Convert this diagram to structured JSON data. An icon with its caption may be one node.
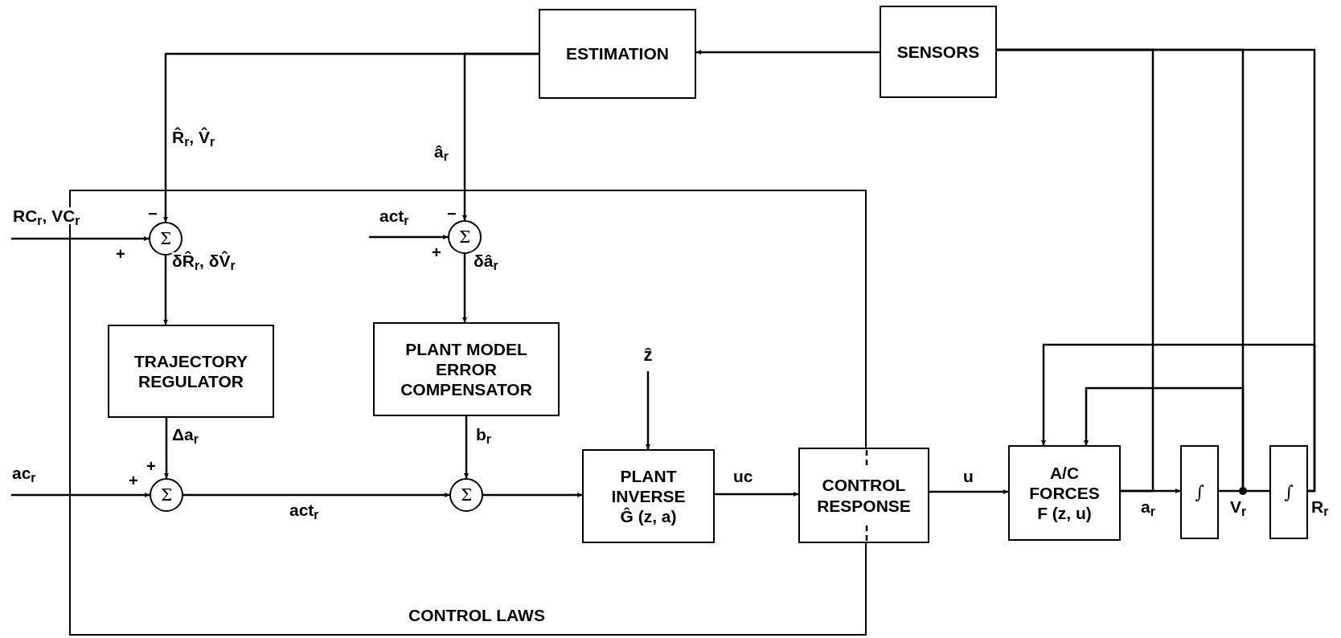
{
  "diagram": {
    "nodes": [
      {
        "text": [
          "ESTIMATION"
        ]
      },
      {
        "text": [
          "SENSORS"
        ]
      },
      {
        "text": [
          "CONTROL LAWS"
        ]
      },
      {
        "text": [
          "Σ"
        ],
        "in": 2
      },
      {
        "text": [
          "Σ"
        ],
        "in": 2
      },
      {
        "text": [
          "TRAJECTORY REGULATOR"
        ],
        "in": 2
      },
      {
        "text": [
          "PLANT MODEL ERROR COMPENSATOR"
        ],
        "in": 2
      },
      {
        "text": [
          "Σ"
        ],
        "in": 2
      },
      {
        "text": [
          "Σ"
        ],
        "in": 2
      },
      {
        "text": [
          "PLANT INVERSE",
          "Ĝ (z, a)"
        ],
        "in": 2
      },
      {
        "text": [
          "CONTROL RESPONSE"
        ]
      },
      {
        "text": [
          "A/C FORCES F (z, u)"
        ]
      },
      {
        "text": [
          "∫"
        ]
      },
      {
        "text": [
          "∫"
        ]
      },
      {
        "text": [
          "ẑ"
        ],
        "in": 2
      },
      {
        "text": [],
        "shape": "circle"
      }
    ],
    "edges": [
      {
        "from": 1,
        "to": 0,
        "arrow": "to"
      },
      {
        "from": 0,
        "to": 3,
        "arrow": "to",
        "label": "R̂$_{r}$, V̂$_{r}$"
      },
      {
        "from": 0,
        "to": 4,
        "arrow": "to",
        "label": "â$_{r}$"
      },
      {
        "from": null,
        "to": 3,
        "arrow": "to",
        "label": "RC$_{r}$, VC$_{r}$"
      },
      {
        "from": null,
        "to": 4,
        "arrow": "to",
        "label": "act$_{r}$"
      },
      {
        "from": 3,
        "to": 5,
        "arrow": "to",
        "label": "δR̂$_{r}$, δV̂$_{r}$"
      },
      {
        "from": 4,
        "to": 6,
        "arrow": "to",
        "label": "δâ$_{r}$"
      },
      {
        "from": null,
        "to": 7,
        "arrow": "to",
        "label": "ac$_{r}$"
      },
      {
        "from": 5,
        "to": 7,
        "arrow": "to",
        "label": "Δa$_{r}$"
      },
      {
        "from": 6,
        "to": 8,
        "arrow": "to",
        "label": "b$_{r}$"
      },
      {
        "from": 7,
        "to": 8,
        "arrow": "to",
        "label": "act$_{r}$"
      },
      {
        "from": 8,
        "to": 9,
        "arrow": "to"
      },
      {
        "from": 14,
        "to": 9,
        "arrow": "to"
      },
      {
        "from": 9,
        "to": 10,
        "arrow": "to",
        "label": "uc"
      },
      {
        "from": 10,
        "to": 11,
        "arrow": "to",
        "label": "u"
      },
      {
        "from": 11,
        "to": 12,
        "arrow": "to",
        "label": "a$_{r}$"
      },
      {
        "from": 12,
        "to": 15,
        "arrow": "none"
      },
      {
        "from": 15,
        "to": 13,
        "arrow": "none",
        "label": "V$_{r}$"
      },
      {
        "from": 11,
        "to": 1,
        "arrow": "none"
      },
      {
        "from": 15,
        "to": 1,
        "arrow": "none"
      },
      {
        "from": 13,
        "to": 1,
        "arrow": "none",
        "label": "R$_{r}$"
      },
      {
        "from": 13,
        "to": 11,
        "arrow": "to"
      },
      {
        "from": 15,
        "to": 11,
        "arrow": "to"
      }
    ],
    "labels": [
      "−",
      "+",
      "−",
      "+",
      "+",
      "+"
    ]
  }
}
